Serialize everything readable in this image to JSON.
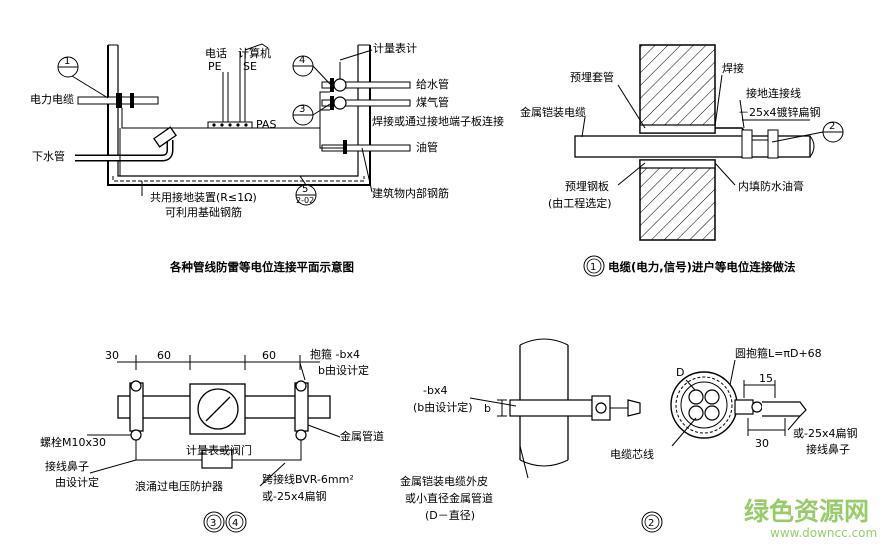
{
  "panel_tl": {
    "callout1": "1",
    "callout4": "4",
    "callout3": "3",
    "callout5": "5",
    "callout5_sub": "2-02",
    "phone": "电话",
    "computer": "计算机",
    "pe": "PE",
    "se": "SE",
    "pas": "PAS",
    "meter": "计量表计",
    "power_cable": "电力电缆",
    "water_pipe": "给水管",
    "gas_pipe": "煤气管",
    "weld_note": "焊接或通过接地端子板连接",
    "oil_pipe": "油管",
    "drain_pipe": "下水管",
    "ground_device": "共用接地装置(R≤1Ω)",
    "foundation_rebar": "可利用基础钢筋",
    "building_rebar": "建筑物内部钢筋",
    "caption": "各种管线防雷等电位连接平面示意图"
  },
  "panel_tr": {
    "embedded_sleeve": "预埋套管",
    "armored_cable": "金属铠装电缆",
    "welding": "焊接",
    "ground_wire": "接地连接线",
    "flat_steel": "－25x4镀锌扁钢",
    "callout2": "2",
    "embedded_plate": "预埋钢板",
    "plate_note": "(由工程选定)",
    "seal_filler": "内填防水油膏",
    "caption_num": "1",
    "caption": "电缆(电力,信号)进户等电位连接做法"
  },
  "panel_bl": {
    "dim30": "30",
    "dim60a": "60",
    "dim60b": "60",
    "hoop": "抱箍 -bx4",
    "hoop_note": "b由设计定",
    "bolt": "螺栓M10x30",
    "terminal": "接线鼻子",
    "terminal_note": "由设计定",
    "metal_pipe": "金属管道",
    "meter_valve": "计量表或阀门",
    "surge": "浪涌过电压防护器",
    "jumper": "跨接线BVR-6mm²",
    "jumper_alt": "或-25x4扁钢",
    "callout3": "3",
    "callout4": "4"
  },
  "panel_br": {
    "strap": "-bx4",
    "strap_note": "(b由设计定)",
    "b": "b",
    "d": "D",
    "round_hoop": "圆抱箍L=πD+68",
    "dim15": "15",
    "dim30": "30",
    "flat_steel": "或-25x4扁钢",
    "terminal": "接线鼻子",
    "core": "电缆芯线",
    "sheath": "金属铠装电缆外皮",
    "small_pipe": "或小直径金属管道",
    "diameter": "(D－直径)",
    "callout2": "2"
  },
  "watermark": {
    "site_cn": "绿色资源网",
    "site_en": "www.downcc.com"
  }
}
